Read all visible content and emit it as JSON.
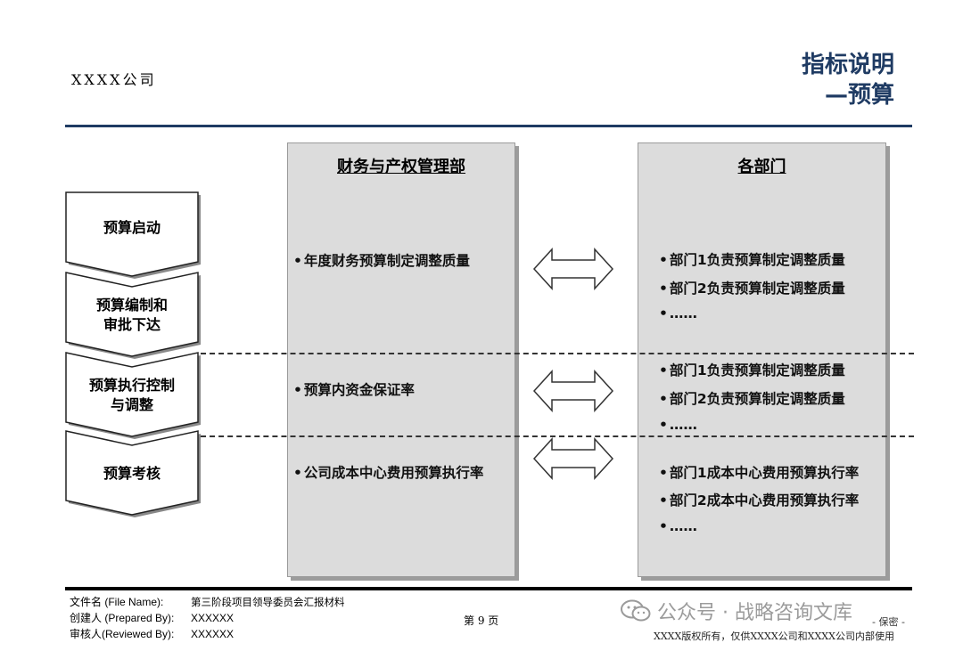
{
  "header": {
    "company": "XXXX公司",
    "title_line1": "指标说明",
    "title_line2": "—预算"
  },
  "stages": [
    {
      "label": "预算启动"
    },
    {
      "label": "预算编制和\n审批下达"
    },
    {
      "label": "预算执行控制\n与调整"
    },
    {
      "label": "预算考核"
    }
  ],
  "left_panel": {
    "heading": "财务与产权管理部",
    "items": [
      "年度财务预算制定调整质量",
      "预算内资金保证率",
      "公司成本中心费用预算执行率"
    ]
  },
  "right_panel": {
    "heading": "各部门",
    "groups": [
      [
        "部门1负责预算制定调整质量",
        "部门2负责预算制定调整质量",
        "……"
      ],
      [
        "部门1负责预算制定调整质量",
        "部门2负责预算制定调整质量",
        "……"
      ],
      [
        "部门1成本中心费用预算执行率",
        "部门2成本中心费用预算执行率",
        "……"
      ]
    ]
  },
  "bullet_char": "•",
  "footer": {
    "file_label": "文件名 (File Name):",
    "file_value": "第三阶段项目领导委员会汇报材料",
    "prepared_label": "创建人 (Prepared By):",
    "prepared_value": "XXXXXX",
    "reviewed_label": "审核人(Reviewed By):",
    "reviewed_value": "XXXXXX",
    "page": "第 9 页",
    "watermark": "公众号 · 战略咨询文库",
    "secret": "- 保密 -",
    "rights": "XXXX版权所有，仅供XXXX公司和XXXX公司内部使用"
  },
  "colors": {
    "title": "#1f3b63",
    "panel": "#dcdcdc",
    "rule": "#1f3b63"
  }
}
